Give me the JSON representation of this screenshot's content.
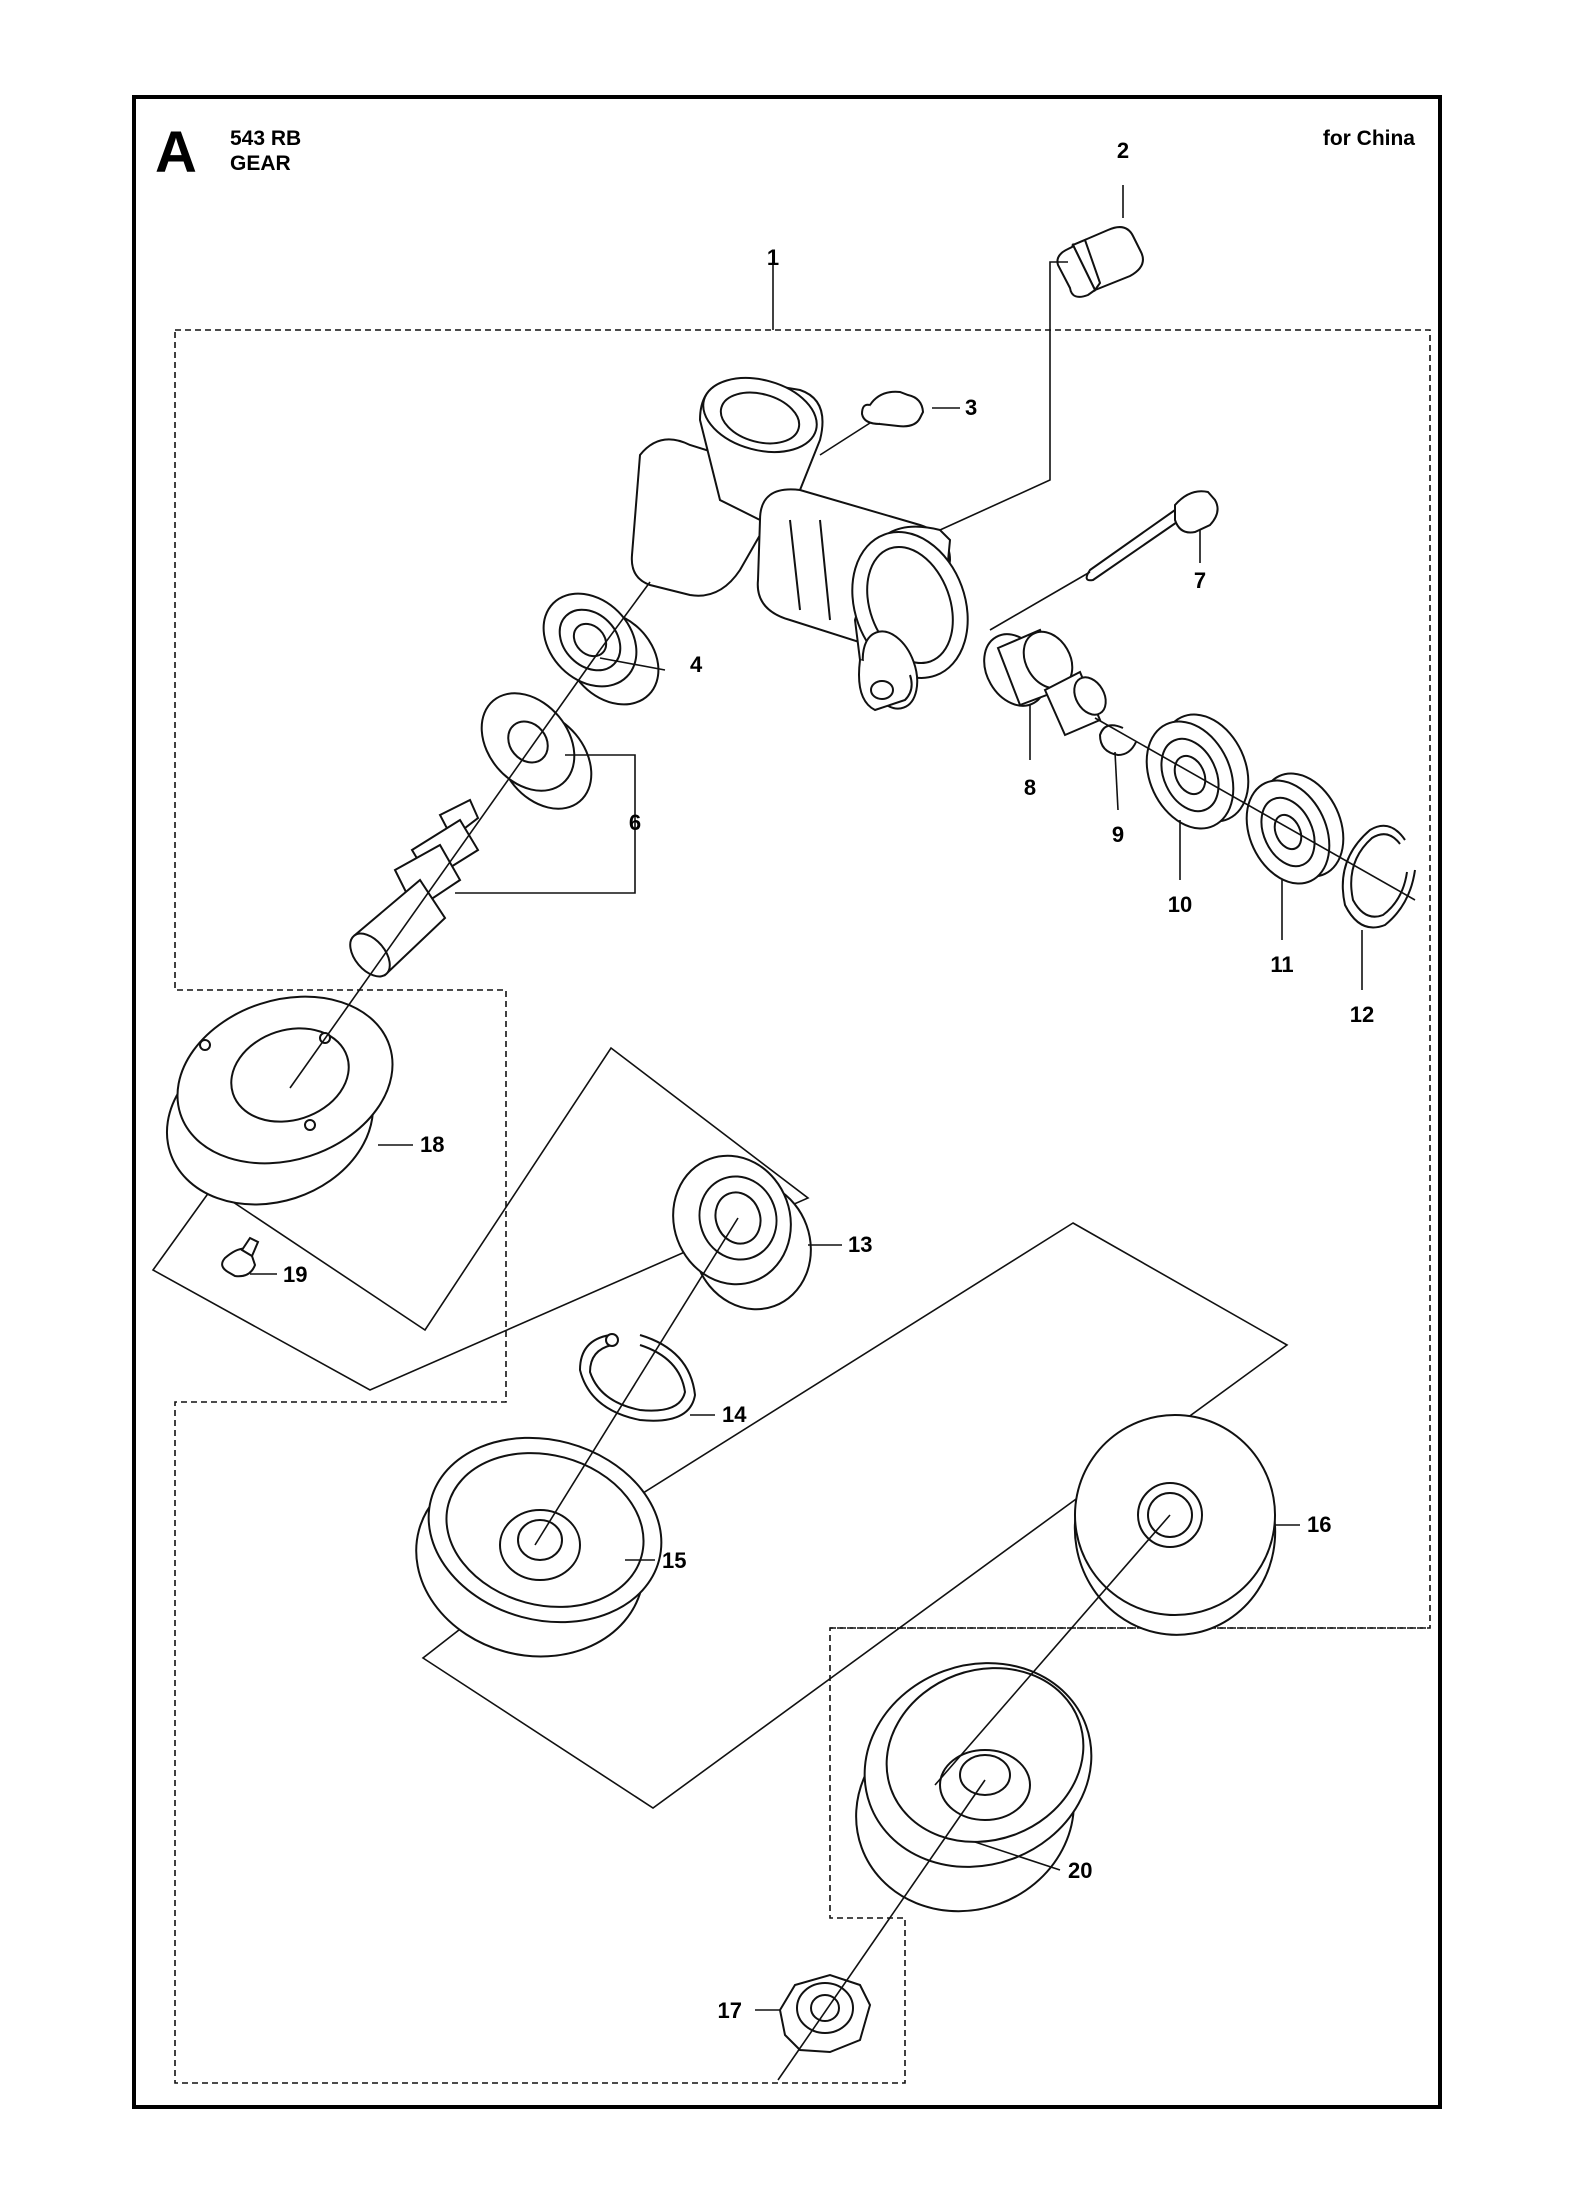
{
  "header": {
    "section_letter": "A",
    "model": "543 RB",
    "title": "GEAR",
    "market": "for China"
  },
  "parts": [
    {
      "num": "1"
    },
    {
      "num": "2"
    },
    {
      "num": "3"
    },
    {
      "num": "4"
    },
    {
      "num": "6"
    },
    {
      "num": "7"
    },
    {
      "num": "8"
    },
    {
      "num": "9"
    },
    {
      "num": "10"
    },
    {
      "num": "11"
    },
    {
      "num": "12"
    },
    {
      "num": "13"
    },
    {
      "num": "14"
    },
    {
      "num": "15"
    },
    {
      "num": "16"
    },
    {
      "num": "17"
    },
    {
      "num": "18"
    },
    {
      "num": "19"
    },
    {
      "num": "20"
    }
  ]
}
